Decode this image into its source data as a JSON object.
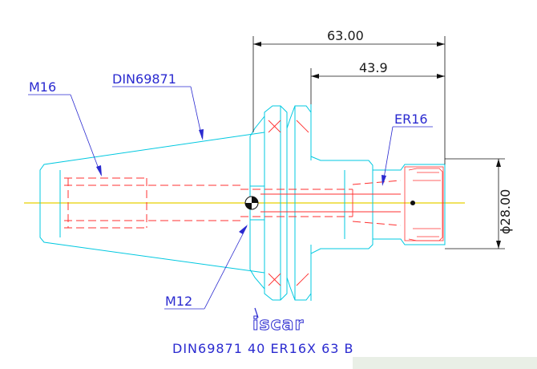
{
  "labels": {
    "m16": "M16",
    "din": "DIN69871",
    "er16": "ER16",
    "m12": "M12"
  },
  "dimensions": {
    "overall_length": "63.00",
    "collet_length": "43.9",
    "diameter": "ϕ28.00"
  },
  "logo_text": "iscar",
  "caption": "DIN69871  40  ER16X  63  B",
  "colors": {
    "background": "#e9efe6",
    "paper": "#ffffff",
    "outline": "#00c8e0",
    "hidden": "#ff3030",
    "dimension": "#111111",
    "label": "#2a2ad0",
    "centerline": "#e8d000"
  }
}
